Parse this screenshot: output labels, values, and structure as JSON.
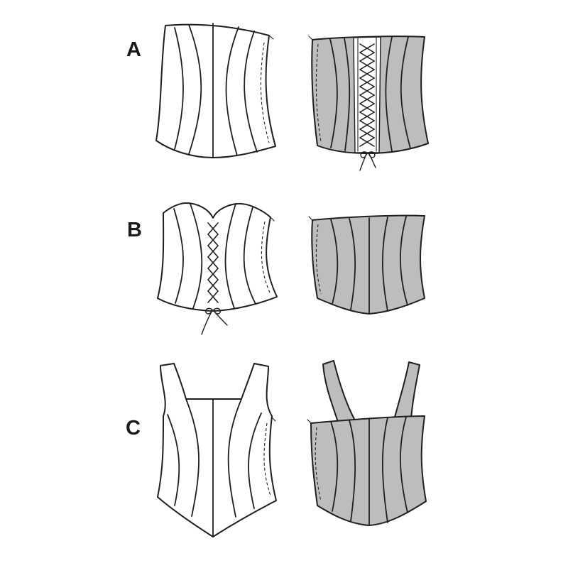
{
  "labels": {
    "a": "A",
    "b": "B",
    "c": "C"
  },
  "colors": {
    "line": "#1f1f1f",
    "back_fill": "#bdbdbd",
    "front_fill": "#ffffff",
    "background": "#ffffff"
  }
}
